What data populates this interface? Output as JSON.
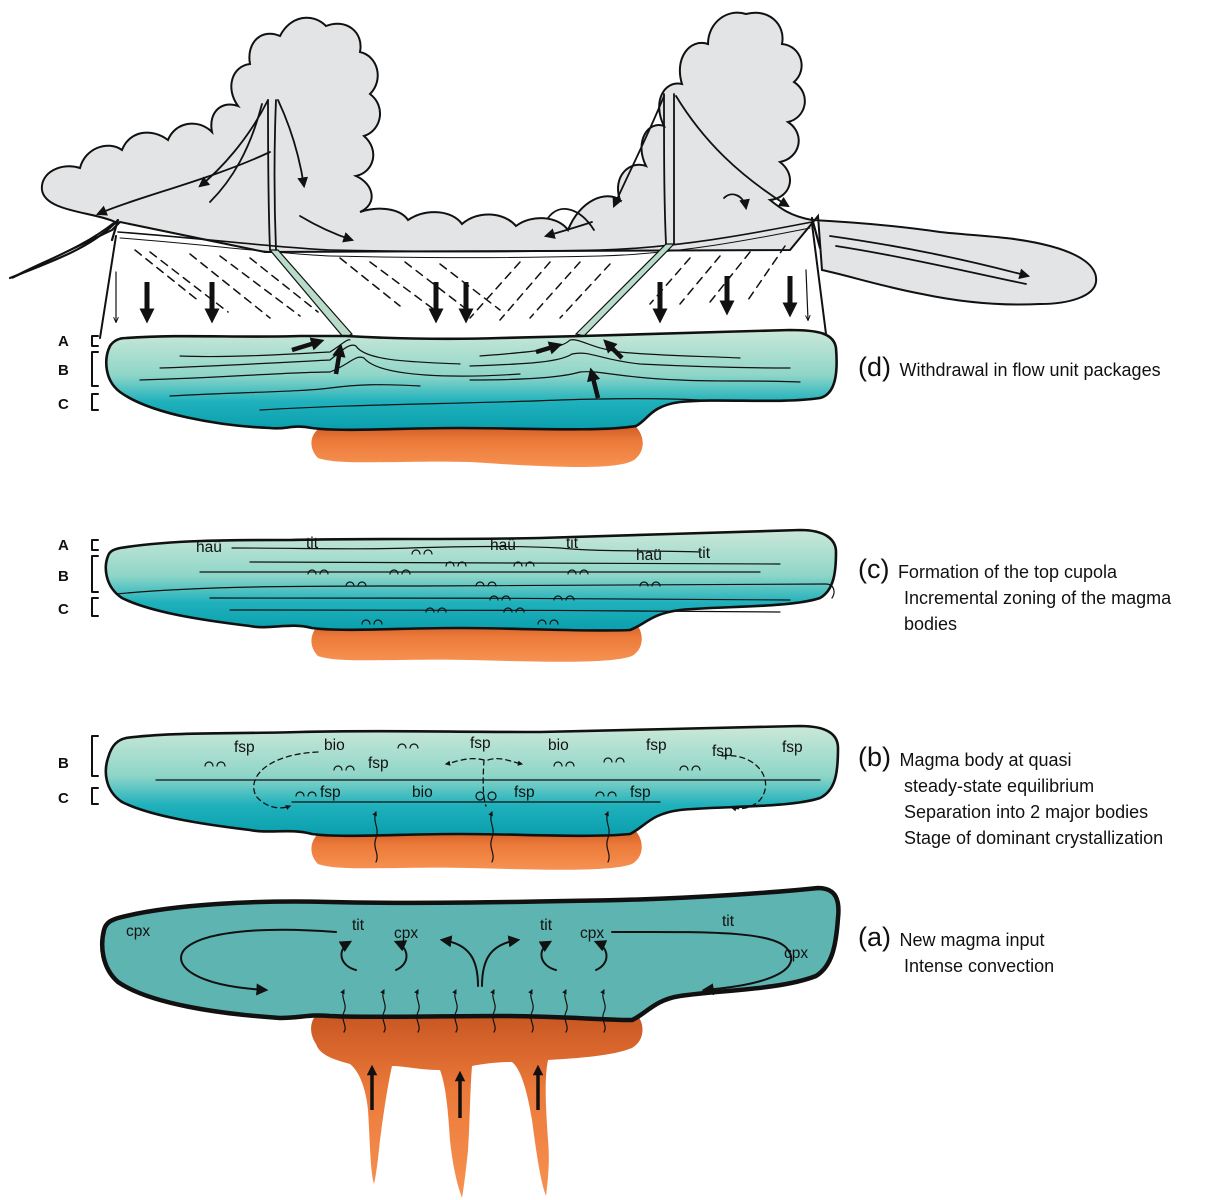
{
  "stages": {
    "d": {
      "letter": "(d)",
      "lines": [
        "Withdrawal in flow unit packages"
      ]
    },
    "c": {
      "letter": "(c)",
      "lines": [
        "Formation of the top cupola",
        "Incremental zoning of the magma",
        "bodies"
      ]
    },
    "b": {
      "letter": "(b)",
      "lines": [
        "Magma body at quasi",
        "steady-state equilibrium",
        "Separation into 2 major bodies",
        "Stage of dominant crystallization"
      ]
    },
    "a": {
      "letter": "(a)",
      "lines": [
        "New magma input",
        "Intense convection"
      ]
    }
  },
  "zones": {
    "A": "A",
    "B": "B",
    "C": "C"
  },
  "minerals": {
    "hau": "haü",
    "tit": "tit",
    "fsp": "fsp",
    "bio": "bio",
    "cpx": "cpx"
  },
  "colors": {
    "ash_cloud": "#e3e4e6",
    "magma_top": "#cbe8d9",
    "magma_mid": "#8fd6c8",
    "magma_bottom": "#0aa5b3",
    "intense_magma": "#5eb4b1",
    "hot_magma_light": "#f28a48",
    "hot_magma_dark": "#c8501d",
    "conduit": "#b8dcc9",
    "ink": "#111111"
  }
}
